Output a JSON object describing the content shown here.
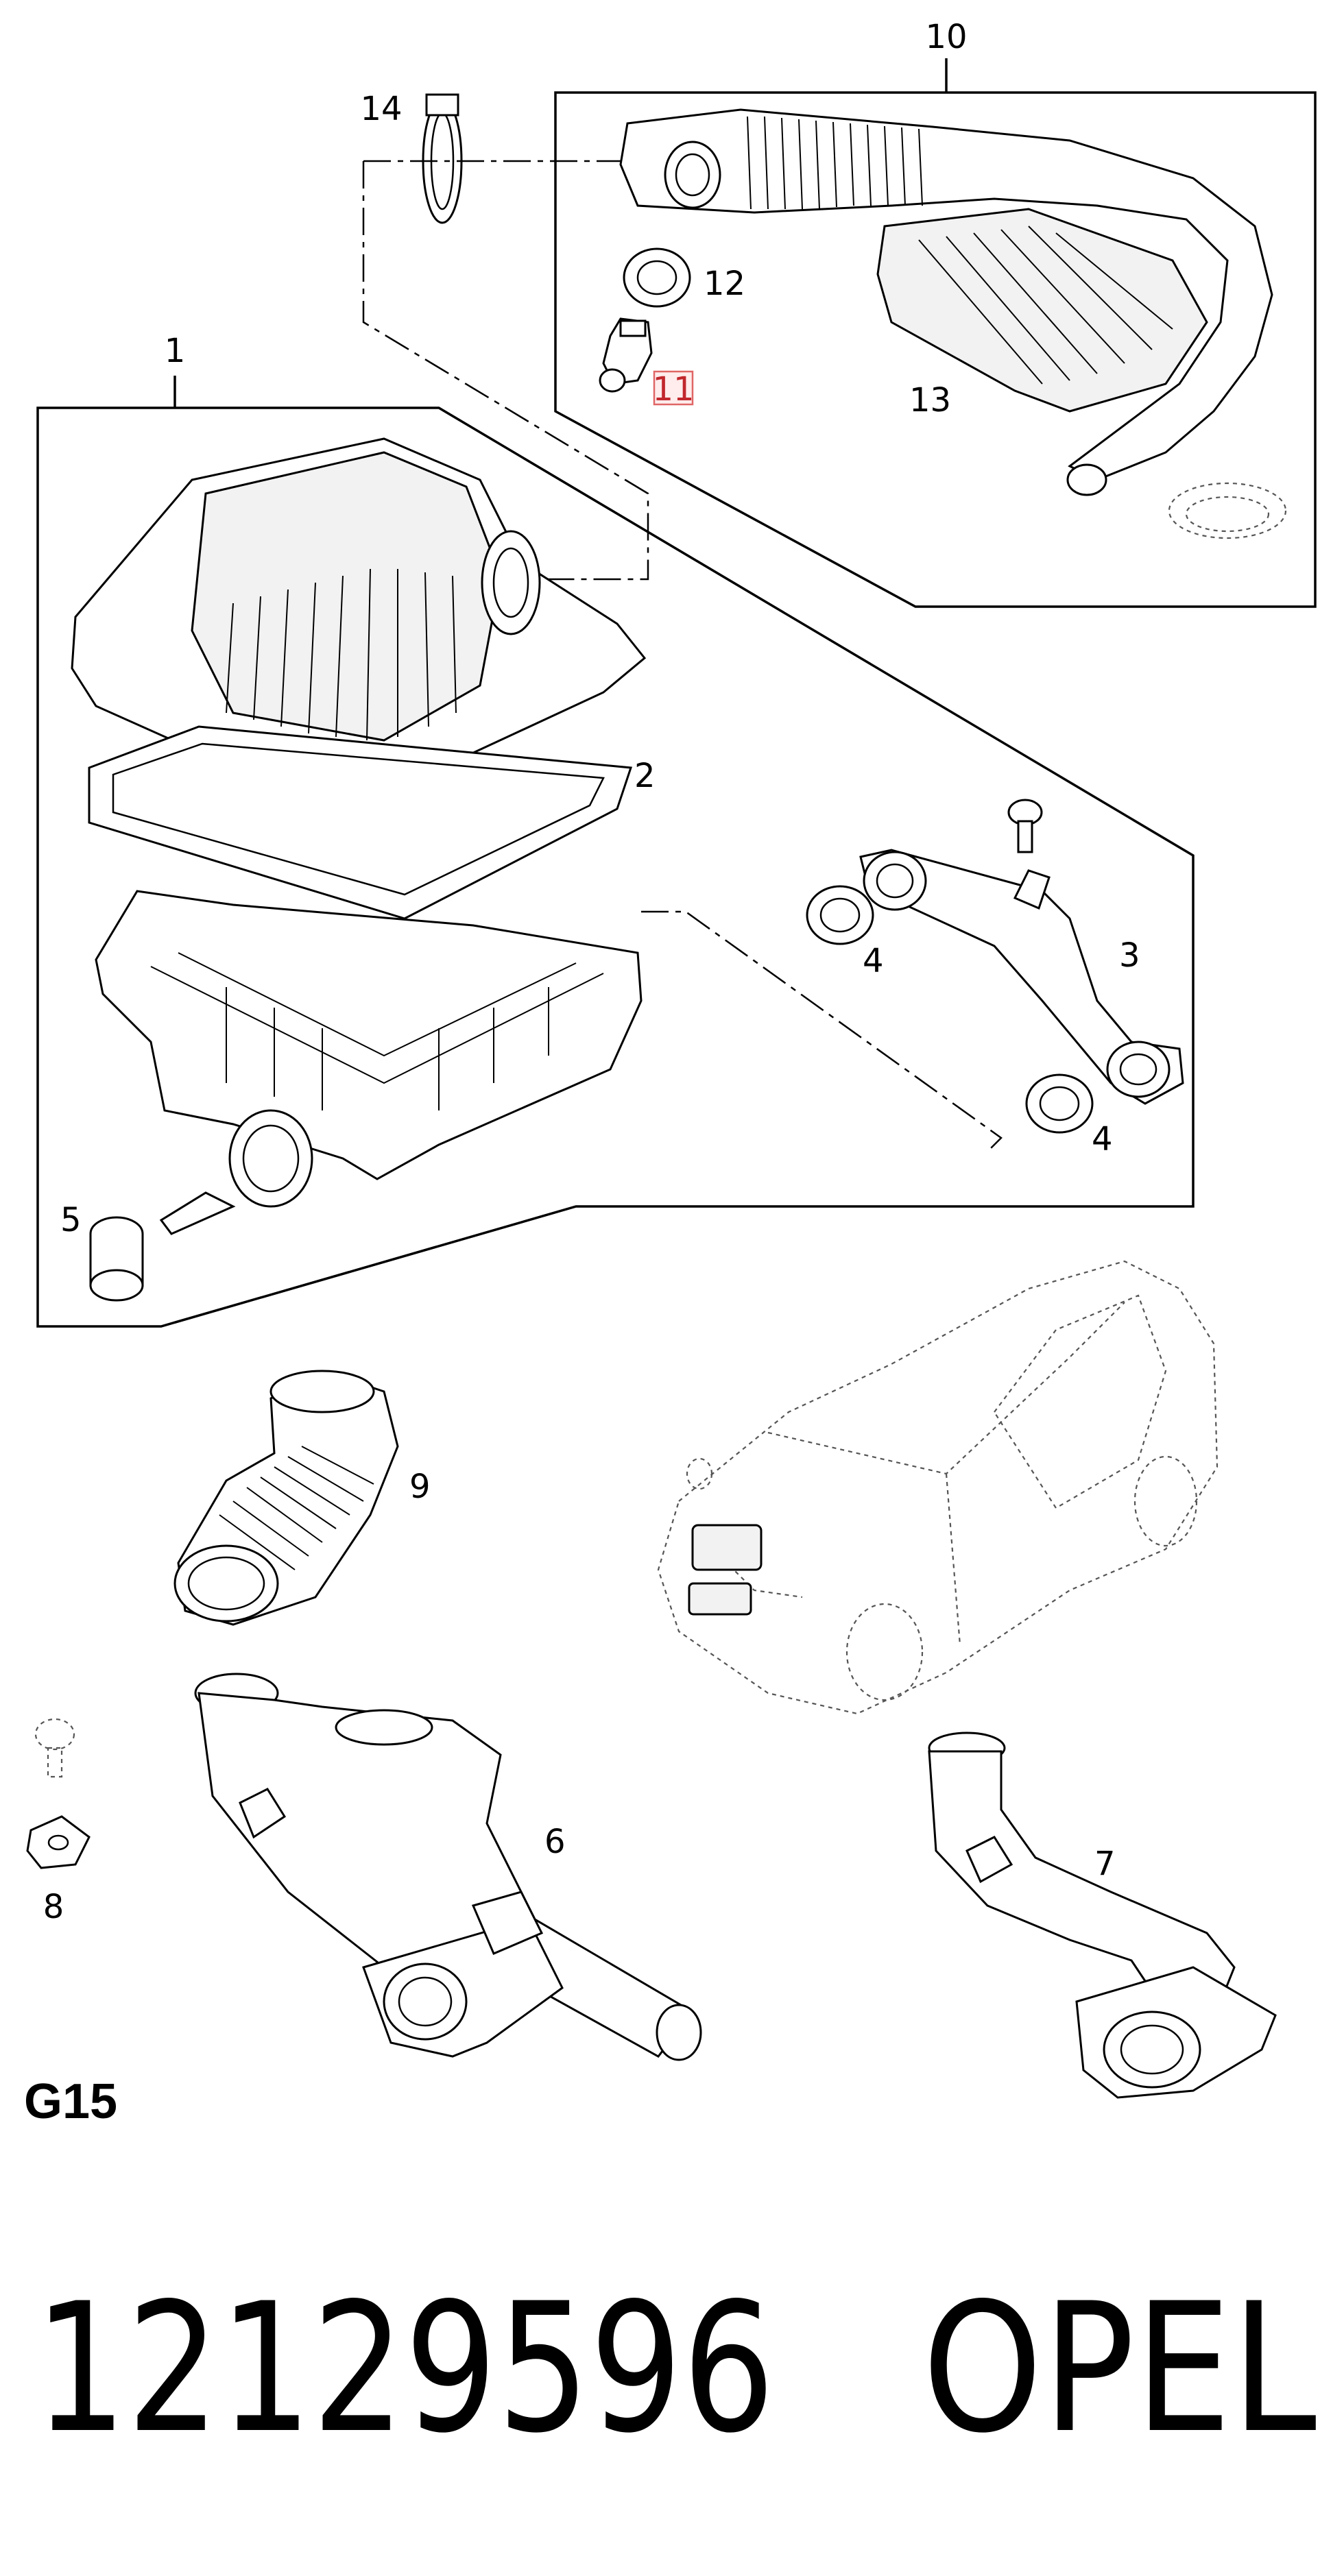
{
  "diagram": {
    "callouts": [
      {
        "id": "c1",
        "text": "1"
      },
      {
        "id": "c2",
        "text": "2"
      },
      {
        "id": "c3",
        "text": "3"
      },
      {
        "id": "c4a",
        "text": "4"
      },
      {
        "id": "c4b",
        "text": "4"
      },
      {
        "id": "c5",
        "text": "5"
      },
      {
        "id": "c6",
        "text": "6"
      },
      {
        "id": "c7",
        "text": "7"
      },
      {
        "id": "c8",
        "text": "8"
      },
      {
        "id": "c9",
        "text": "9"
      },
      {
        "id": "c10",
        "text": "10"
      },
      {
        "id": "c11",
        "text": "11",
        "highlighted": true
      },
      {
        "id": "c12",
        "text": "12"
      },
      {
        "id": "c13",
        "text": "13"
      },
      {
        "id": "c14",
        "text": "14"
      }
    ],
    "group_code": "G15",
    "part_number": "12129596",
    "brand": "OPEL",
    "highlight_color": "#e06666"
  }
}
